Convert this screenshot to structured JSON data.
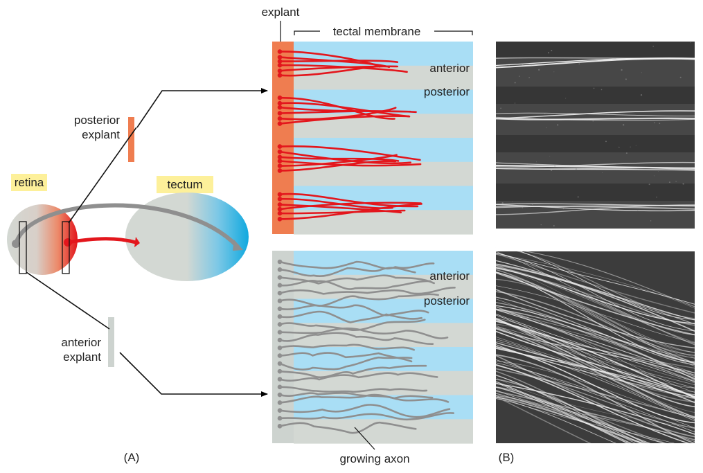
{
  "panel_a": {
    "label": "(A)",
    "retina_label": "retina",
    "tectum_label": "tectum",
    "posterior_explant_line1": "posterior",
    "posterior_explant_line2": "explant",
    "anterior_explant_line1": "anterior",
    "anterior_explant_line2": "explant"
  },
  "assay": {
    "explant_label": "explant",
    "tectal_membrane_label": "tectal membrane",
    "top_anterior_label": "anterior",
    "top_posterior_label": "posterior",
    "bottom_anterior_label": "anterior",
    "bottom_posterior_label": "posterior",
    "growing_axon_label": "growing axon"
  },
  "panel_b": {
    "label": "(B)"
  },
  "colors": {
    "stripe_anterior": "#d3d8d3",
    "stripe_posterior": "#a9def5",
    "posterior_explant": "#ef7d50",
    "anterior_explant": "#cdd3cf",
    "red_axon": "#e3161c",
    "gray_axon": "#8f8f8f",
    "label_highlight": "#fdf09a",
    "tectum_blue": "#10a9df",
    "retina_red": "#e3161c"
  }
}
